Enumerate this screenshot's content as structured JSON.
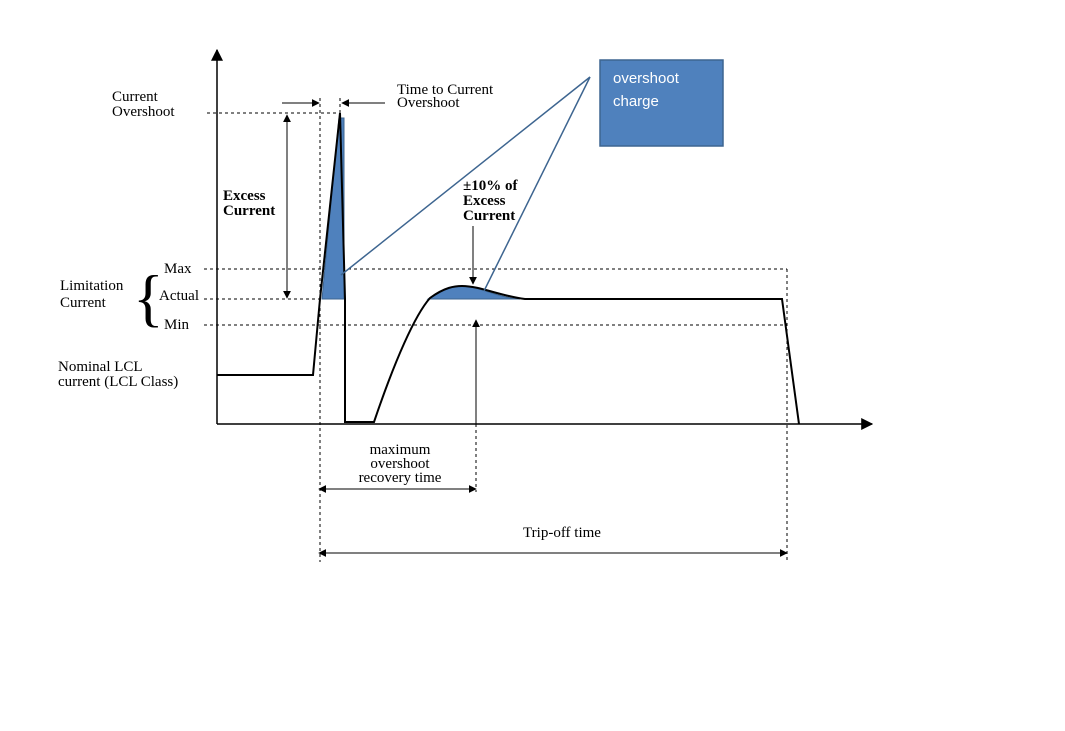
{
  "labels": {
    "current_overshoot": [
      "Current",
      "Overshoot"
    ],
    "time_to_overshoot": [
      "Time to Current",
      "Overshoot"
    ],
    "excess_current": [
      "Excess",
      "Current"
    ],
    "pct_excess": [
      "±10% of",
      "Excess",
      "Current"
    ],
    "max": "Max",
    "actual": "Actual",
    "min": "Min",
    "limitation_current": [
      "Limitation",
      "Current"
    ],
    "nominal_current": [
      "Nominal LCL",
      "current (LCL Class)"
    ],
    "recovery_time": [
      "maximum",
      "overshoot",
      "recovery time"
    ],
    "trip_off_time": "Trip-off time",
    "overshoot_charge": [
      "overshoot",
      "charge"
    ]
  },
  "colors": {
    "shading": "#4f81bd",
    "shading_edge": "#3d6590",
    "box_fill": "#4f81bd",
    "box_border": "#3d6590"
  }
}
